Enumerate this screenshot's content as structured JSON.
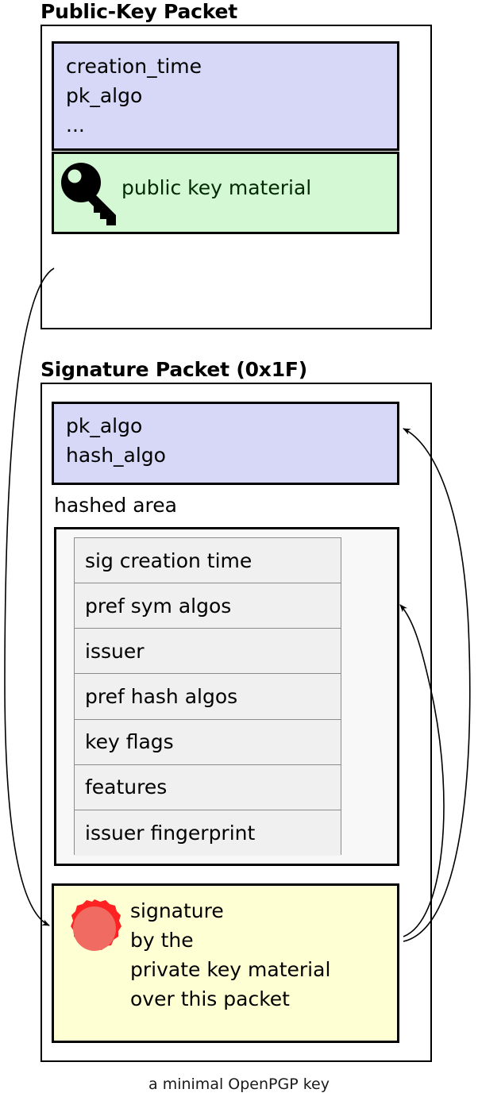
{
  "caption": "a minimal OpenPGP key",
  "colors": {
    "lavender": "#d7d7f7",
    "green": "#d4f7d4",
    "yellow": "#ffffd4",
    "subpacket_gray": "#f0f0f0",
    "hashed_area_bg": "#f8f8f8",
    "seal_red_outer": "#ff2222",
    "seal_red_inner": "#f06b62",
    "border": "#000000"
  },
  "packets": [
    {
      "title": "Public-Key Packet",
      "meta_box": {
        "lines": [
          "creation_time",
          "pk_algo",
          "..."
        ],
        "text": "creation_time\npk_algo\n..."
      },
      "material_box": {
        "icon": "key-icon",
        "label": "public key material"
      }
    },
    {
      "title": "Signature Packet (0x1F)",
      "algo_box": {
        "lines": [
          "pk_algo",
          "hash_algo"
        ],
        "text": "pk_algo\nhash_algo"
      },
      "hashed_area": {
        "label": "hashed area",
        "subpackets": [
          "sig creation time",
          "pref sym algos",
          "issuer",
          "pref hash algos",
          "key flags",
          "features",
          "issuer fingerprint"
        ]
      },
      "signature_box": {
        "icon": "wax-seal-icon",
        "lines": [
          "signature",
          "by the",
          "private key material",
          "over this packet"
        ],
        "text": "signature\nby the\nprivate key material\nover this packet"
      }
    }
  ],
  "arrows": [
    {
      "name": "public-key-to-signature",
      "from": "public-key-packet",
      "to": "signature-box"
    },
    {
      "name": "signature-to-algo-box",
      "from": "signature-box",
      "to": "signature-algo-box"
    },
    {
      "name": "signature-to-hashed-area",
      "from": "signature-box",
      "to": "hashed-area"
    }
  ]
}
